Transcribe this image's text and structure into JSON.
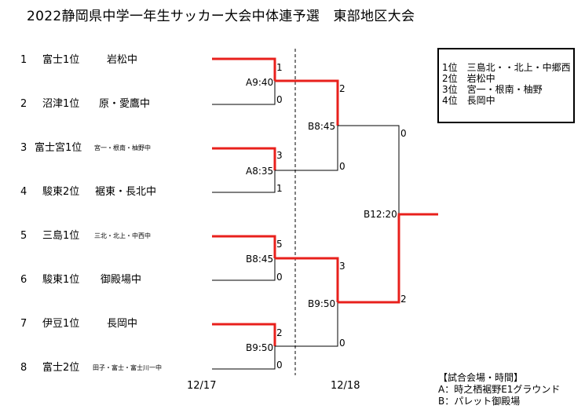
{
  "title": "2022静岡県中学一年生サッカー大会中体連予選　東部地区大会",
  "teams": [
    {
      "seed": "1",
      "rank": "富士1位",
      "name": "岩松中"
    },
    {
      "seed": "2",
      "rank": "沼津1位",
      "name": "原・愛鷹中"
    },
    {
      "seed": "3",
      "rank": "富士宮1位",
      "name": "宮一・根南・柚野中"
    },
    {
      "seed": "4",
      "rank": "駿東2位",
      "name": "裾東・長北中"
    },
    {
      "seed": "5",
      "rank": "三島1位",
      "name": "三北・北上・中西中"
    },
    {
      "seed": "6",
      "rank": "駿東1位",
      "name": "御殿場中"
    },
    {
      "seed": "7",
      "rank": "伊豆1位",
      "name": "長岡中"
    },
    {
      "seed": "8",
      "rank": "富士2位",
      "name": "田子・富士・富士川一中"
    }
  ],
  "round1": [
    {
      "slot": "A9:40",
      "top_score": "1",
      "bottom_score": "0"
    },
    {
      "slot": "A8:35",
      "top_score": "3",
      "bottom_score": "1"
    },
    {
      "slot": "B8:45",
      "top_score": "5",
      "bottom_score": "0"
    },
    {
      "slot": "B9:50",
      "top_score": "2",
      "bottom_score": "0"
    }
  ],
  "round2": [
    {
      "slot": "B8:45",
      "top_score": "2",
      "bottom_score": "0"
    },
    {
      "slot": "B9:50",
      "top_score": "3",
      "bottom_score": "0"
    }
  ],
  "final": {
    "slot": "B12:20",
    "top_score": "0",
    "bottom_score": "2"
  },
  "dates": {
    "day1": "12/17",
    "day2": "12/18"
  },
  "results": [
    "1位　三島北・・北上・中郷西",
    "2位　岩松中",
    "3位　宮一・根南・柚野",
    "4位　長岡中"
  ],
  "venue": {
    "heading": "【試合会場・時間】",
    "lines": [
      "A：時之栖裾野E1グラウンド",
      "B：パレット御殿場"
    ]
  },
  "colors": {
    "winner_line": "#e8201c",
    "line": "#000000"
  }
}
